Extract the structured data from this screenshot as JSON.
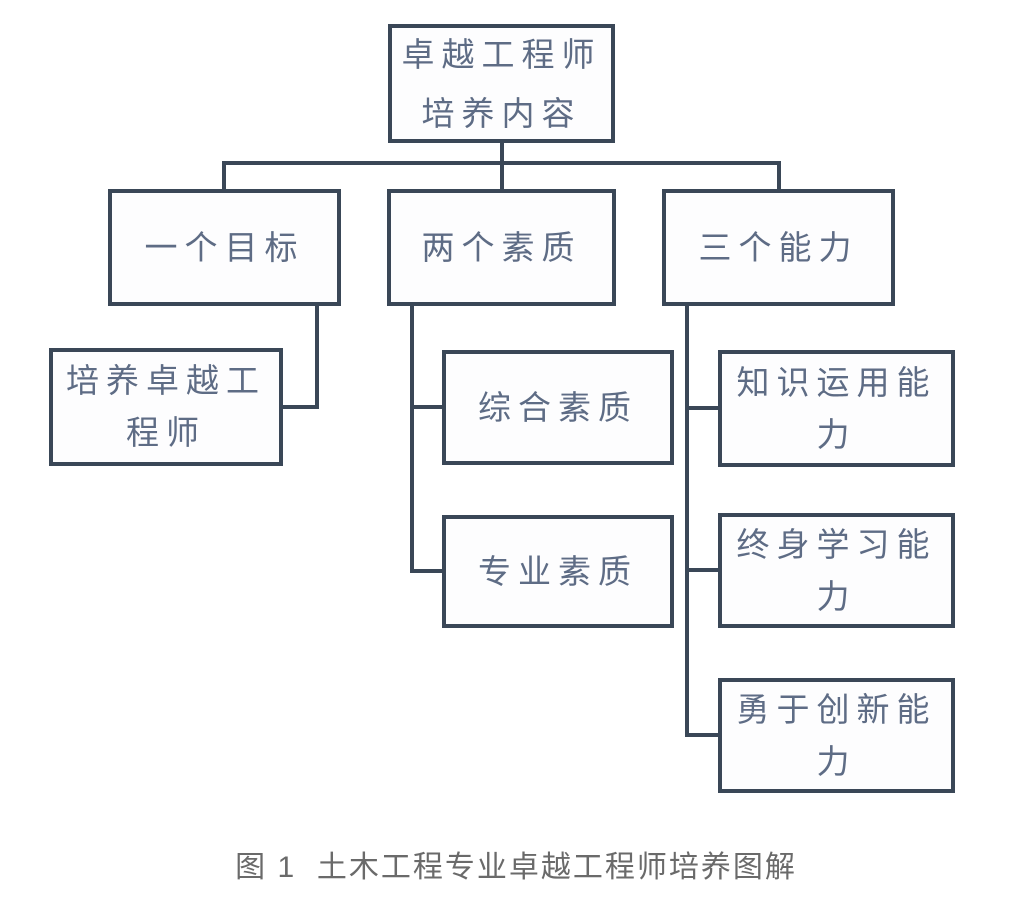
{
  "colors": {
    "line": "#3a4757",
    "node_border": "#3a4757",
    "node_text": "#5e6c85",
    "caption_text": "#6a6a6a",
    "background": "#ffffff"
  },
  "diagram": {
    "type": "org-chart",
    "nodes": {
      "root": {
        "line1": "卓越工程师",
        "line2": "培养内容"
      },
      "goal": {
        "label": "一个目标"
      },
      "quality": {
        "label": "两个素质"
      },
      "ability": {
        "label": "三个能力"
      },
      "goal_sub": {
        "label": "培养卓越工程师"
      },
      "quality_sub1": {
        "label": "综合素质"
      },
      "quality_sub2": {
        "label": "专业素质"
      },
      "ability_sub1": {
        "label": "知识运用能力"
      },
      "ability_sub2": {
        "label": "终身学习能力"
      },
      "ability_sub3": {
        "label": "勇于创新能力"
      }
    },
    "edges": [
      {
        "from": "root",
        "to": "goal"
      },
      {
        "from": "root",
        "to": "quality"
      },
      {
        "from": "root",
        "to": "ability"
      },
      {
        "from": "goal",
        "to": "goal_sub"
      },
      {
        "from": "quality",
        "to": "quality_sub1"
      },
      {
        "from": "quality",
        "to": "quality_sub2"
      },
      {
        "from": "ability",
        "to": "ability_sub1"
      },
      {
        "from": "ability",
        "to": "ability_sub2"
      },
      {
        "from": "ability",
        "to": "ability_sub3"
      }
    ]
  },
  "caption": "图 1  土木工程专业卓越工程师培养图解"
}
